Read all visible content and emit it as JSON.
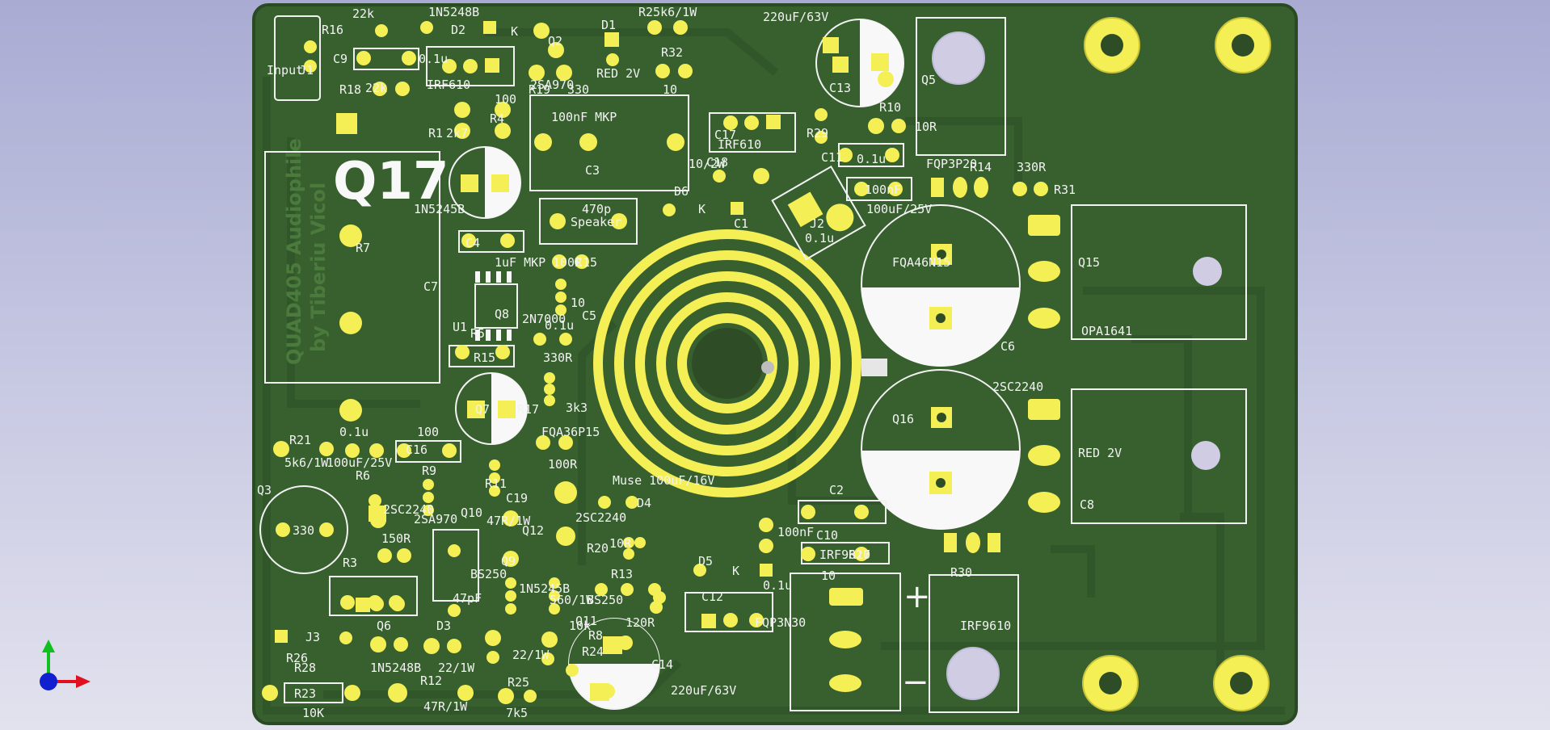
{
  "board": {
    "title": "Q17",
    "credit_line1": "QUAD405 Audiophile",
    "credit_line2": "by Tiberiu Vicol",
    "colors": {
      "board": "#38602f",
      "board_edge": "#2a4a24",
      "pad": "#f4ef55",
      "pad_dark": "#d8d23a",
      "silk": "#f2f2f2",
      "hole": "#2e4d27",
      "mount_hole": "#cfcce3"
    }
  },
  "labels": [
    "22k",
    "1N5248B",
    "R16",
    "D2",
    "K",
    "Q2",
    "D1",
    "R25k6/1W",
    "220uF/63V",
    "Input",
    "J1",
    "C9",
    "0.1u",
    "2SA970",
    "RED 2V",
    "R32",
    "R18",
    "22k",
    "IRF610",
    "R19",
    "330",
    "10",
    "C13",
    "Q5",
    "R10",
    "10R",
    "R1",
    "2k7",
    "R4",
    "100",
    "100nF MKP",
    "R29",
    "C3",
    "C17",
    "IRF610",
    "C11",
    "0.1u",
    "FQP3P20",
    "R14",
    "330R",
    "R31",
    "10/2W",
    "C18",
    "100nF",
    "100uF/25V",
    "1N5245B",
    "D6",
    "K",
    "C1",
    "470p",
    "Speaker",
    "J2",
    "0.1u",
    "C4",
    "1uF MKP",
    "C7",
    "R7",
    "100R",
    "C15",
    "FQA46N15",
    "Q15",
    "OPA1641",
    "U1",
    "Q8",
    "2N7000",
    "10",
    "C5",
    "0.1u",
    "R5",
    "R15",
    "330R",
    "C6",
    "2SC2240",
    "Q7",
    "R17",
    "3k3",
    "R21",
    "5k6/1W",
    "100uF/25V",
    "0.1u",
    "100",
    "C16",
    "FQA36P15",
    "Q16",
    "RED 2V",
    "C8",
    "R6",
    "R9",
    "100R",
    "Muse 100uF/16V",
    "D4",
    "Q3",
    "2SC2240",
    "2SA970",
    "Q10",
    "R11",
    "C19",
    "2SC2240",
    "C2",
    "R20",
    "330",
    "150R",
    "R3",
    "47R/1W",
    "Q12",
    "10R",
    "R13",
    "100nF",
    "C10",
    "47pF",
    "BS250",
    "Q9",
    "1N5245B",
    "D5",
    "K",
    "0.1u",
    "IRF9610",
    "R27",
    "560/1W",
    "BS250",
    "Q11",
    "10",
    "R30",
    "C12",
    "FQP3N30",
    "IRF9610",
    "J3",
    "Q6",
    "D3",
    "R26",
    "R28",
    "1N5248B",
    "22/1W",
    "22/1W",
    "10k",
    "R24",
    "R8",
    "120R",
    "C14",
    "220uF/63V",
    "R23",
    "10K",
    "R12",
    "47R/1W",
    "R25",
    "7k5"
  ]
}
